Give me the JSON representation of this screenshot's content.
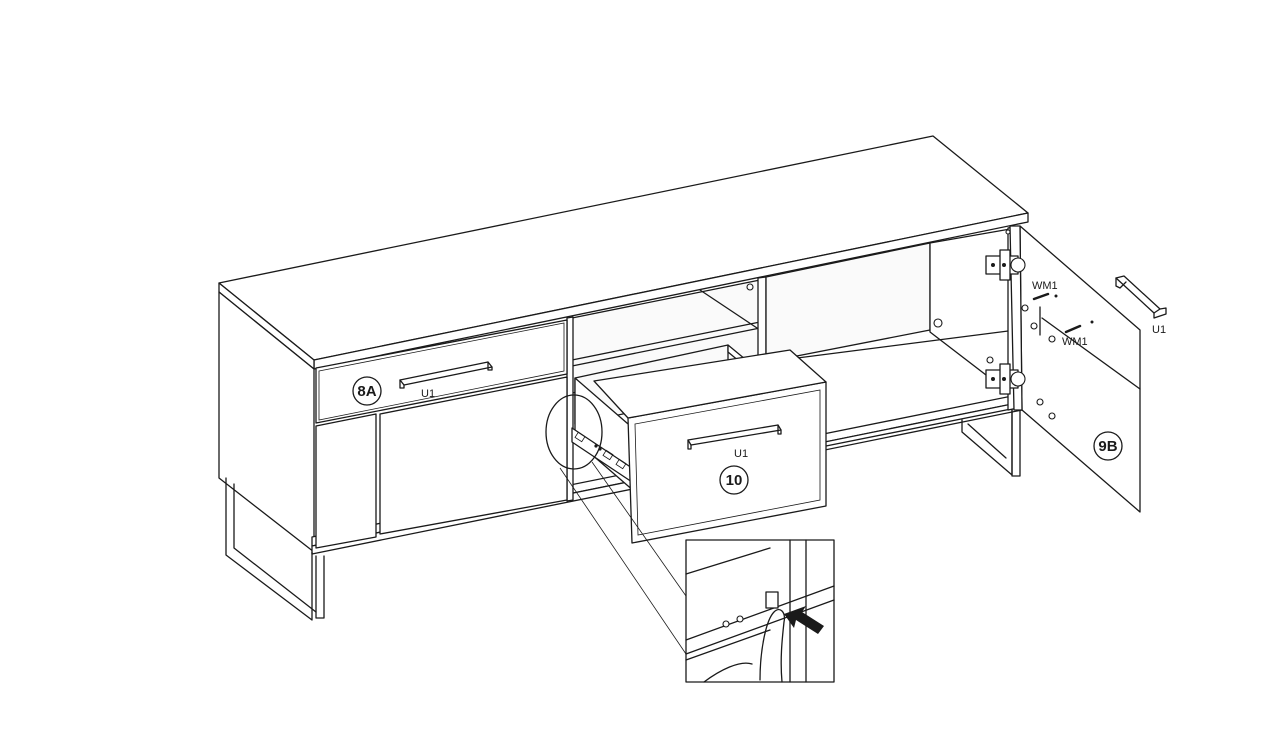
{
  "labels": {
    "part_8a": "8A",
    "part_9b": "9B",
    "part_10": "10",
    "handle_drawer_8a": "U1",
    "handle_drawer_10": "U1",
    "handle_door_loose": "U1",
    "screw_top": "WM1",
    "screw_bottom": "WM1"
  },
  "colors": {
    "line": "#1a1a1a",
    "panel": "#ffffff"
  }
}
